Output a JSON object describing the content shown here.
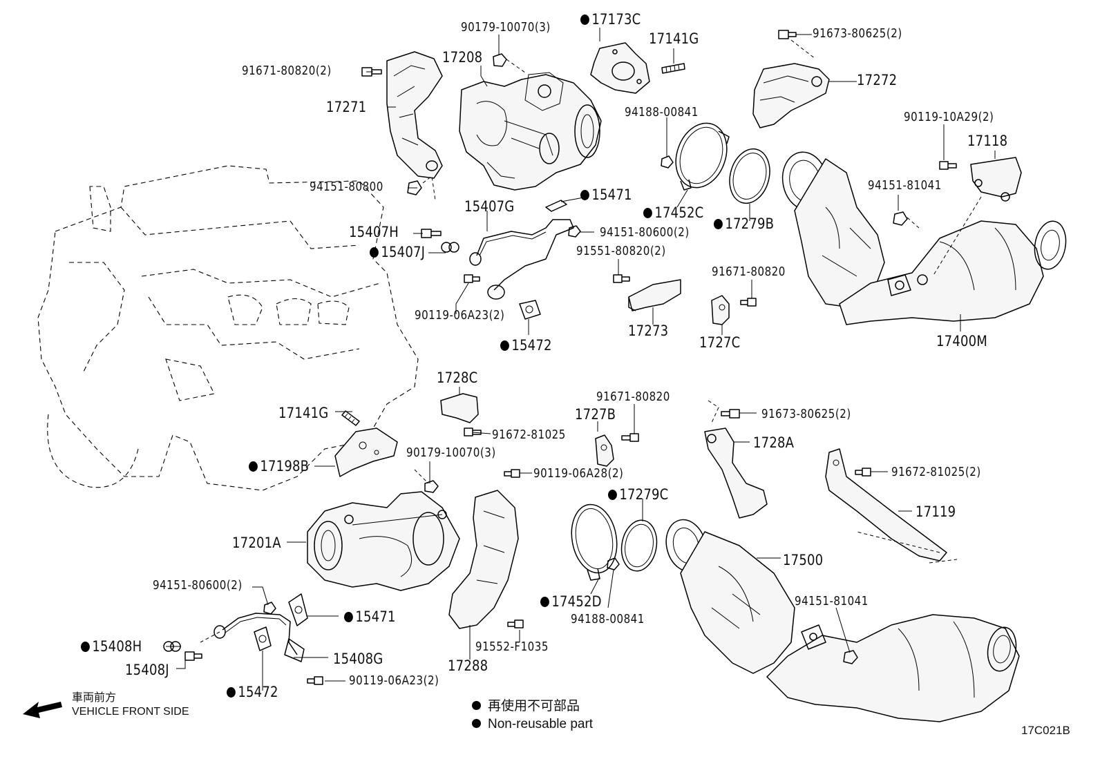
{
  "diagram": {
    "callouts": [
      {
        "code": "90179-10070(3)",
        "nonreusable": false
      },
      {
        "code": "17173C",
        "nonreusable": true
      },
      {
        "code": "91673-80625(2)",
        "nonreusable": false
      },
      {
        "code": "17208",
        "nonreusable": false
      },
      {
        "code": "17141G",
        "nonreusable": false
      },
      {
        "code": "91671-80820(2)",
        "nonreusable": false
      },
      {
        "code": "17272",
        "nonreusable": false
      },
      {
        "code": "17271",
        "nonreusable": false
      },
      {
        "code": "94188-00841",
        "nonreusable": false
      },
      {
        "code": "90119-10A29(2)",
        "nonreusable": false
      },
      {
        "code": "17118",
        "nonreusable": false
      },
      {
        "code": "94151-80800",
        "nonreusable": false
      },
      {
        "code": "94151-81041",
        "nonreusable": false
      },
      {
        "code": "15471",
        "nonreusable": true
      },
      {
        "code": "15407G",
        "nonreusable": false
      },
      {
        "code": "17452C",
        "nonreusable": true
      },
      {
        "code": "17279B",
        "nonreusable": true
      },
      {
        "code": "15407H",
        "nonreusable": false
      },
      {
        "code": "94151-80600(2)",
        "nonreusable": false
      },
      {
        "code": "15407J",
        "nonreusable": true
      },
      {
        "code": "91551-80820(2)",
        "nonreusable": false
      },
      {
        "code": "91671-80820",
        "nonreusable": false
      },
      {
        "code": "90119-06A23(2)",
        "nonreusable": false
      },
      {
        "code": "17273",
        "nonreusable": false
      },
      {
        "code": "1727C",
        "nonreusable": false
      },
      {
        "code": "17400M",
        "nonreusable": false
      },
      {
        "code": "15472",
        "nonreusable": true
      },
      {
        "code": "1728C",
        "nonreusable": false
      },
      {
        "code": "91671-80820",
        "nonreusable": false
      },
      {
        "code": "17141G",
        "nonreusable": false
      },
      {
        "code": "1727B",
        "nonreusable": false
      },
      {
        "code": "91673-80625(2)",
        "nonreusable": false
      },
      {
        "code": "91672-81025",
        "nonreusable": false
      },
      {
        "code": "1728A",
        "nonreusable": false
      },
      {
        "code": "17198B",
        "nonreusable": true
      },
      {
        "code": "90179-10070(3)",
        "nonreusable": false
      },
      {
        "code": "90119-06A28(2)",
        "nonreusable": false
      },
      {
        "code": "91672-81025(2)",
        "nonreusable": false
      },
      {
        "code": "17279C",
        "nonreusable": true
      },
      {
        "code": "17119",
        "nonreusable": false
      },
      {
        "code": "17201A",
        "nonreusable": false
      },
      {
        "code": "17500",
        "nonreusable": false
      },
      {
        "code": "94151-80600(2)",
        "nonreusable": false
      },
      {
        "code": "94151-81041",
        "nonreusable": false
      },
      {
        "code": "15471",
        "nonreusable": true
      },
      {
        "code": "17452D",
        "nonreusable": true
      },
      {
        "code": "94188-00841",
        "nonreusable": false
      },
      {
        "code": "15408H",
        "nonreusable": true
      },
      {
        "code": "91552-F1035",
        "nonreusable": false
      },
      {
        "code": "15408G",
        "nonreusable": false
      },
      {
        "code": "15408J",
        "nonreusable": false
      },
      {
        "code": "17288",
        "nonreusable": false
      },
      {
        "code": "15472",
        "nonreusable": true
      },
      {
        "code": "90119-06A23(2)",
        "nonreusable": false
      }
    ]
  },
  "direction": {
    "label_ja": "車両前方",
    "label_en": "VEHICLE FRONT SIDE"
  },
  "legend": {
    "ja": "再使用不可部品",
    "en": "Non-reusable part"
  },
  "figure_code": "17C021B"
}
